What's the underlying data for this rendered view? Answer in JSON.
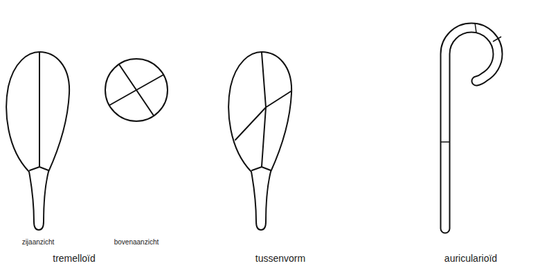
{
  "diagram": {
    "labels": [
      "zijaanzicht",
      "bovenaanzicht",
      "tremelloïd",
      "tussenvorm",
      "auricularioïd"
    ]
  }
}
